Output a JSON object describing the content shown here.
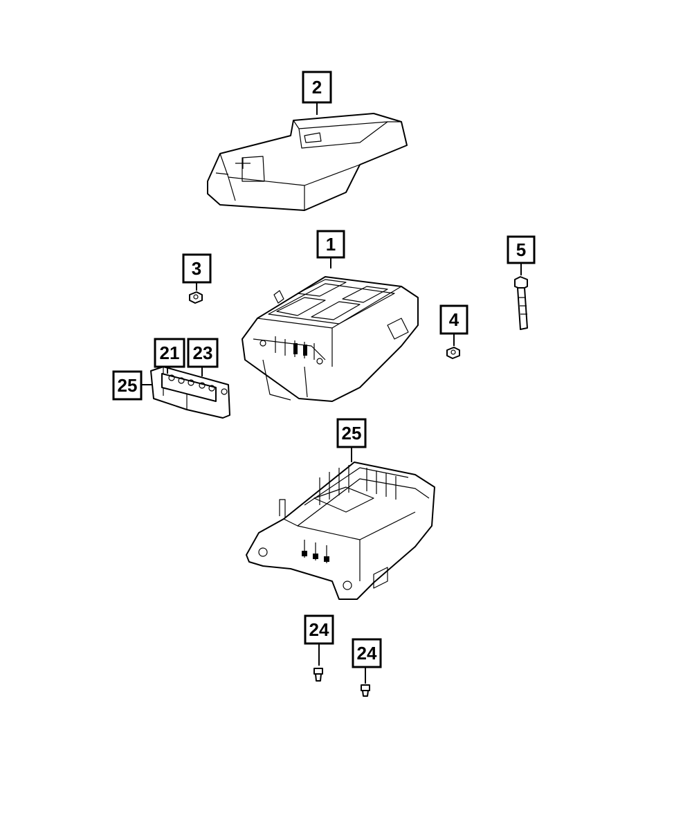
{
  "callouts": {
    "c2": "2",
    "c1": "1",
    "c3": "3",
    "c5": "5",
    "c4": "4",
    "c21": "21",
    "c23": "23",
    "c25a": "25",
    "c25b": "25",
    "c24a": "24",
    "c24b": "24"
  }
}
